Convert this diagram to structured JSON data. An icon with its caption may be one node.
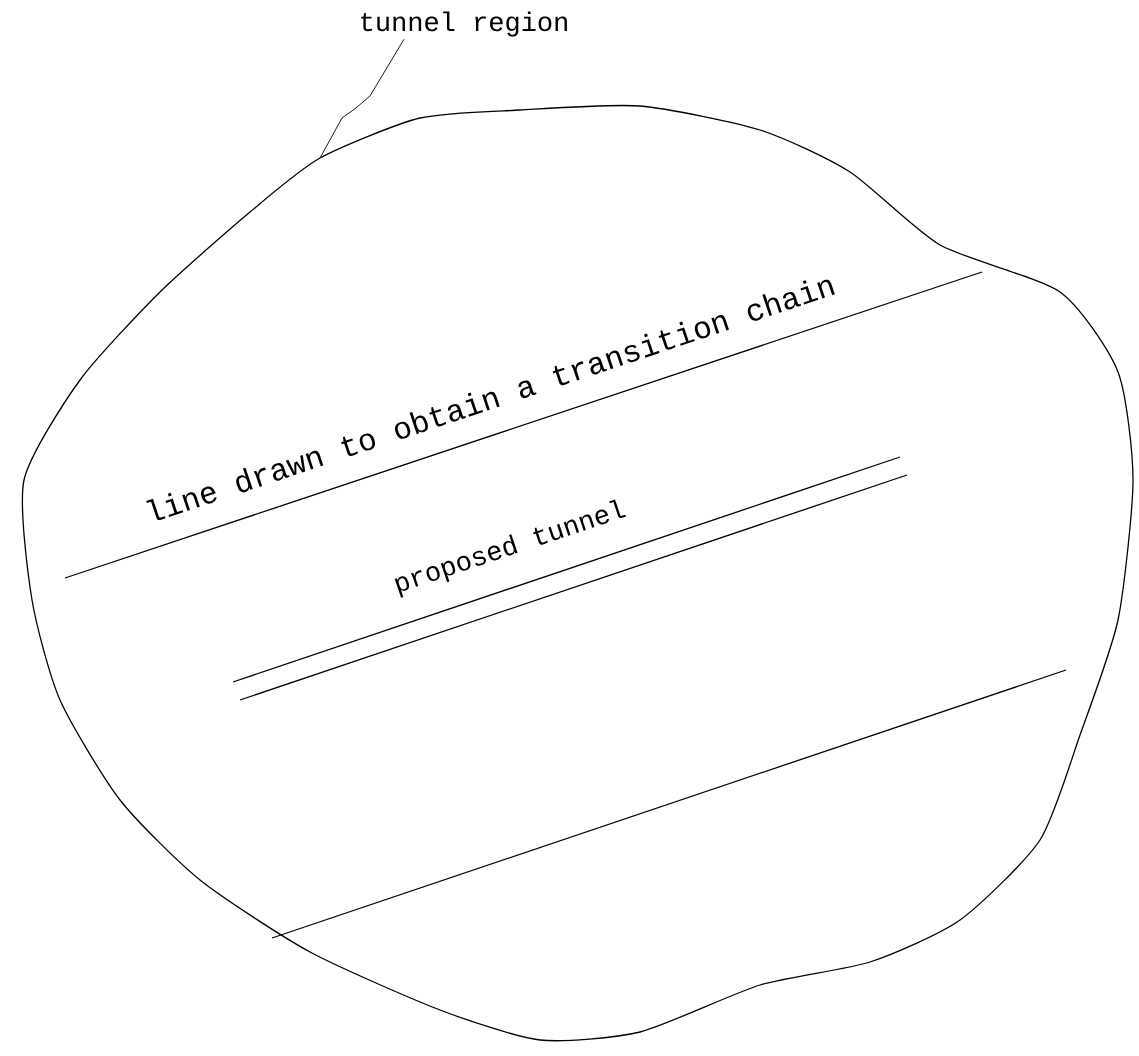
{
  "diagram": {
    "nodes": [
      {
        "text": [
          "tunnel region"
        ]
      },
      {
        "text": [],
        "shape": "cloud"
      }
    ],
    "edges": [
      {
        "from": 0,
        "to": 1,
        "arrow": "none"
      }
    ],
    "labels": [
      "line drawn to obtain a transition chain",
      "proposed tunnel"
    ]
  }
}
